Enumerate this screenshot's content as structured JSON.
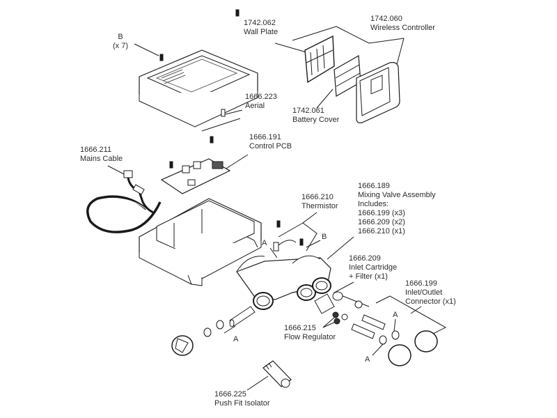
{
  "diagram": {
    "type": "exploded-parts-diagram",
    "colors": {
      "line": "#1a1a1a",
      "text": "#2b2b2b",
      "background": "#ffffff"
    },
    "labels": {
      "screw_b": {
        "code": "B",
        "qty": "(x 7)"
      },
      "wall_plate": {
        "code": "1742.062",
        "name": "Wall Plate"
      },
      "wireless_controller": {
        "code": "1742.060",
        "name": "Wireless Controller"
      },
      "battery_cover": {
        "code": "1742.061",
        "name": "Battery Cover"
      },
      "aerial": {
        "code": "1666.223",
        "name": "Aerial"
      },
      "control_pcb": {
        "code": "1666.191",
        "name": "Control PCB"
      },
      "mains_cable": {
        "code": "1666.211",
        "name": "Mains Cable"
      },
      "thermistor": {
        "code": "1666.210",
        "name": "Thermistor"
      },
      "mixing_valve": {
        "code": "1666.189",
        "name": "Mixing Valve Assembly",
        "includes_label": "Includes:",
        "includes": [
          "1666.199 (x3)",
          "1666.209 (x2)",
          "1666.210 (x1)"
        ]
      },
      "inlet_cartridge": {
        "code": "1666.209",
        "name": "Inlet Cartridge",
        "qty": "+ Filter (x1)"
      },
      "inlet_outlet_connector": {
        "code": "1666.199",
        "name": "Inlet/Outlet",
        "qty": "Connector (x1)"
      },
      "flow_regulator": {
        "code": "1666.215",
        "name": "Flow Regulator"
      },
      "push_fit_isolator": {
        "code": "1666.225",
        "name": "Push Fit Isolator"
      },
      "callout_a": "A",
      "callout_b": "B"
    }
  }
}
